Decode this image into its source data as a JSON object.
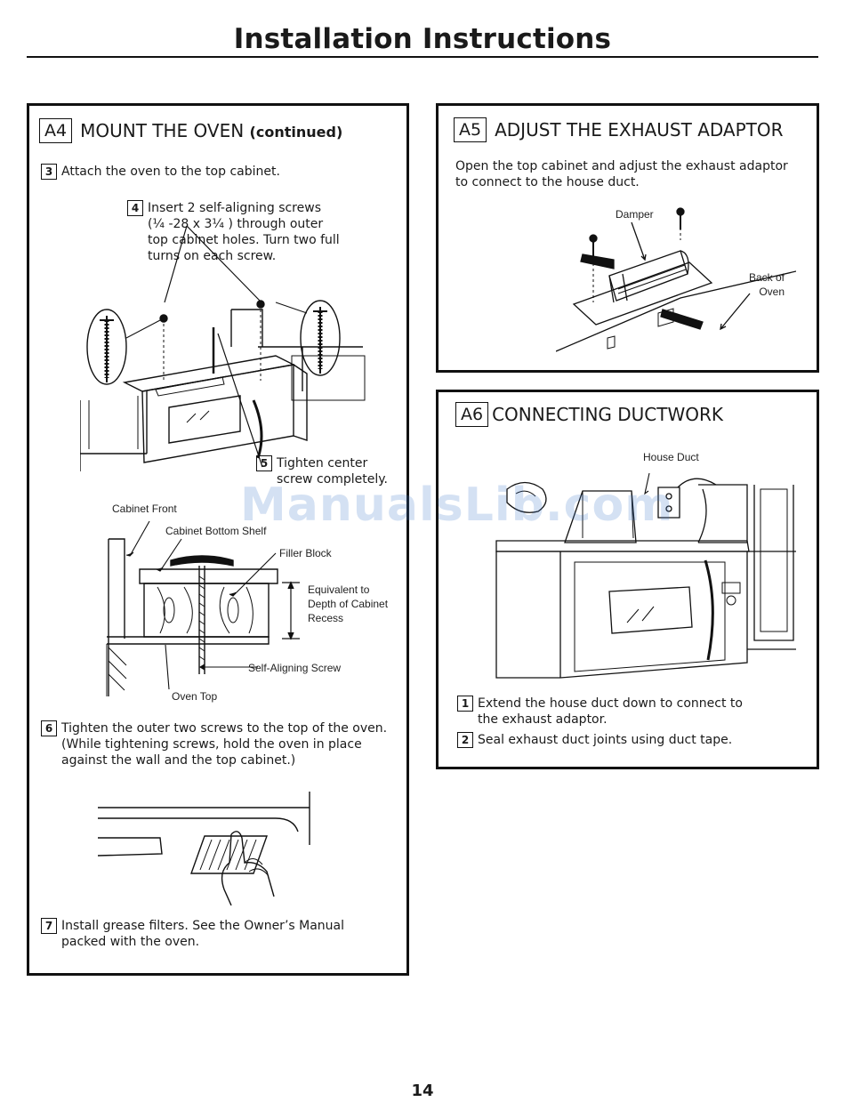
{
  "header": {
    "title": "Installation Instructions"
  },
  "a4": {
    "tag": "A4",
    "title": "MOUNT THE OVEN",
    "title_suffix": "(continued)",
    "step3": {
      "num": "3",
      "text": "Attach the oven to the top cabinet."
    },
    "step4": {
      "num": "4",
      "lines": [
        "Insert 2 self-aligning screws",
        "(¹⁄₄ -28 x 3¹⁄₄ ) through outer",
        "top cabinet holes. Turn two full",
        "turns on each screw."
      ]
    },
    "step5": {
      "num": "5",
      "lines": [
        "Tighten center",
        "screw completely."
      ]
    },
    "diagram_labels": {
      "cabinet_front": "Cabinet Front",
      "cabinet_bottom_shelf": "Cabinet Bottom Shelf",
      "filler_block": "Filler Block",
      "equivalent": [
        "Equivalent to",
        "Depth of Cabinet",
        "Recess"
      ],
      "self_aligning_screw": "Self-Aligning Screw",
      "oven_top": "Oven Top"
    },
    "step6": {
      "num": "6",
      "lines": [
        "Tighten the outer two screws to the top of the oven.",
        "(While tightening screws, hold the oven in place",
        "against the wall and the top cabinet.)"
      ]
    },
    "step7": {
      "num": "7",
      "lines": [
        "Install grease filters. See the Owner’s Manual",
        "packed with the oven."
      ]
    }
  },
  "a5": {
    "tag": "A5",
    "title": "ADJUST THE EXHAUST ADAPTOR",
    "body": [
      "Open the top cabinet and adjust the exhaust adaptor",
      "to connect to the house duct."
    ],
    "labels": {
      "damper": "Damper",
      "back_of_oven": [
        "Back of",
        "Oven"
      ]
    }
  },
  "a6": {
    "tag": "A6",
    "title": "CONNECTING DUCTWORK",
    "labels": {
      "house_duct": "House Duct"
    },
    "step1": {
      "num": "1",
      "lines": [
        "Extend the house duct down to connect to",
        "the exhaust adaptor."
      ]
    },
    "step2": {
      "num": "2",
      "text": "Seal exhaust duct joints using duct tape."
    }
  },
  "watermark": "ManualsLib.com",
  "footer": {
    "page_number": "14"
  }
}
